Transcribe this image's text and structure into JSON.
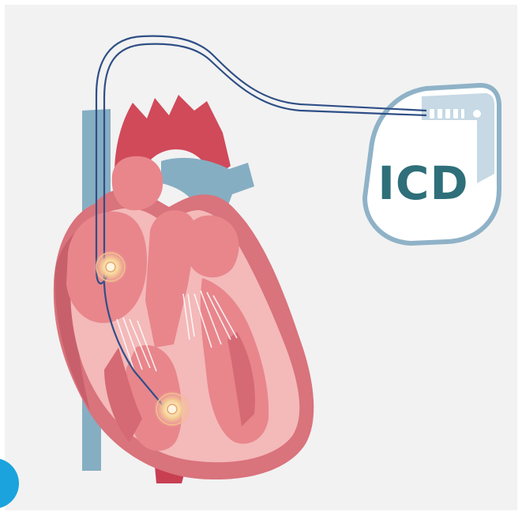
{
  "device": {
    "label": "ICD",
    "label_color": "#2e6f7a"
  },
  "palette": {
    "background": "#f2f2f2",
    "heart_outer": "#d9737c",
    "heart_inner": "#f4b9b9",
    "chamber": "#e8868c",
    "aorta": "#d04a5a",
    "vein": "#86aec3",
    "lead_wire": "#2f4f86",
    "device_case": "#8fb2c7",
    "electrode_glow": "#f3c48b",
    "corner_badge": "#1aa3dd"
  },
  "icons": {
    "heart": "heart-illustration",
    "device": "icd-device",
    "lead": "lead-wire",
    "electrode_atrium": "electrode-pulse",
    "electrode_ventricle": "electrode-pulse",
    "corner": "blue-circle-badge"
  }
}
